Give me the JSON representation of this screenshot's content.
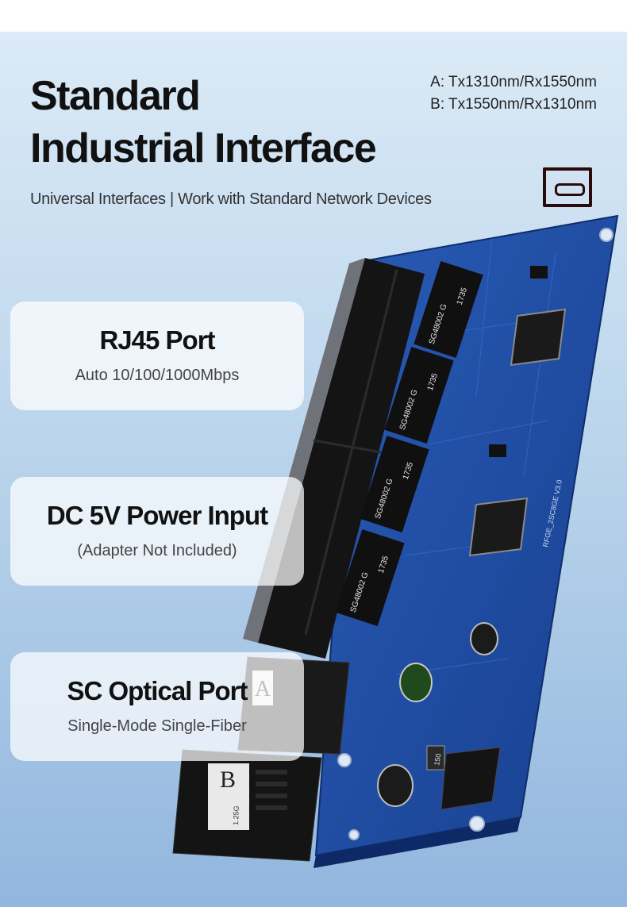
{
  "headline": {
    "line1": "Standard",
    "line2": "Industrial Interface"
  },
  "wavelengths": {
    "a": "A: Tx1310nm/Rx1550nm",
    "b": "B: Tx1550nm/Rx1310nm"
  },
  "subtitle": "Universal Interfaces | Work with Standard Network Devices",
  "features": [
    {
      "title": "RJ45 Port",
      "desc": "Auto 10/100/1000Mbps"
    },
    {
      "title": "DC 5V Power Input",
      "desc": "(Adapter Not Included)"
    },
    {
      "title": "SC Optical Port",
      "desc": "Single-Mode Single-Fiber"
    }
  ],
  "board": {
    "transformer_label": "SG48002 G",
    "transformer_code": "1735",
    "pcb_label": "RFGE_2SC8GE V3.0",
    "sc_a_letter": "A",
    "sc_b_letter": "B",
    "sc_rate": "1.25G",
    "inductor_label": "150"
  },
  "colors": {
    "pcb": "#1f4fa8",
    "title": "#111111",
    "background_top": "#dbeaf6",
    "background_bottom": "#92b6df"
  }
}
